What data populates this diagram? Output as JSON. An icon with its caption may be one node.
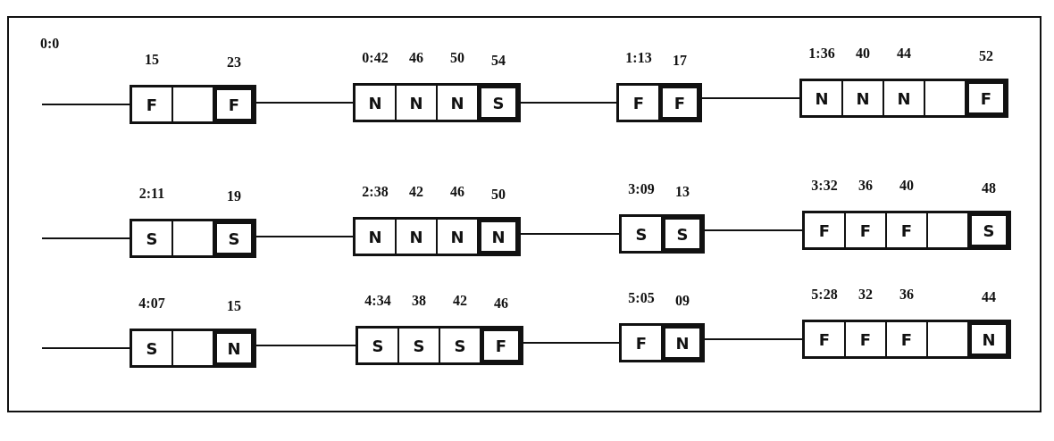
{
  "diagram": {
    "nodes": [
      {
        "text": [],
        "shape": "box"
      },
      {
        "text": [
          "F"
        ],
        "beside": [
          "15"
        ],
        "in": 0
      },
      {
        "text": [],
        "shape": "box",
        "in": 0
      },
      {
        "text": [
          "F"
        ],
        "beside": [
          "23"
        ],
        "in": 0
      },
      {
        "text": [],
        "shape": "box"
      },
      {
        "text": [
          "N"
        ],
        "beside": [
          "0:42"
        ],
        "in": 4
      },
      {
        "text": [
          "N"
        ],
        "beside": [
          "46"
        ],
        "in": 4
      },
      {
        "text": [
          "N"
        ],
        "beside": [
          "50"
        ],
        "in": 4
      },
      {
        "text": [
          "S"
        ],
        "beside": [
          "54"
        ],
        "in": 4
      },
      {
        "text": [],
        "shape": "box"
      },
      {
        "text": [
          "F"
        ],
        "beside": [
          "1:13"
        ],
        "in": 9
      },
      {
        "text": [
          "F"
        ],
        "beside": [
          "17"
        ],
        "in": 9
      },
      {
        "text": [],
        "shape": "box"
      },
      {
        "text": [
          "N"
        ],
        "beside": [
          "1:36"
        ],
        "in": 12
      },
      {
        "text": [
          "N"
        ],
        "beside": [
          "40"
        ],
        "in": 12
      },
      {
        "text": [
          "N"
        ],
        "beside": [
          "44"
        ],
        "in": 12
      },
      {
        "text": [],
        "shape": "box",
        "in": 12
      },
      {
        "text": [
          "F"
        ],
        "beside": [
          "52"
        ],
        "in": 12
      },
      {
        "text": [],
        "shape": "box"
      },
      {
        "text": [
          "S"
        ],
        "beside": [
          "2:11"
        ],
        "in": 18
      },
      {
        "text": [],
        "shape": "box",
        "in": 18
      },
      {
        "text": [
          "S"
        ],
        "beside": [
          "19"
        ],
        "in": 18
      },
      {
        "text": [],
        "shape": "box"
      },
      {
        "text": [
          "N"
        ],
        "beside": [
          "2:38"
        ],
        "in": 22
      },
      {
        "text": [
          "N"
        ],
        "beside": [
          "42"
        ],
        "in": 22
      },
      {
        "text": [
          "N"
        ],
        "beside": [
          "46"
        ],
        "in": 22
      },
      {
        "text": [
          "N"
        ],
        "beside": [
          "50"
        ],
        "in": 22
      },
      {
        "text": [],
        "shape": "box"
      },
      {
        "text": [
          "S"
        ],
        "beside": [
          "3:09"
        ],
        "in": 27
      },
      {
        "text": [
          "S"
        ],
        "beside": [
          "13"
        ],
        "in": 27
      },
      {
        "text": [],
        "shape": "box"
      },
      {
        "text": [
          "F"
        ],
        "beside": [
          "3:32"
        ],
        "in": 30
      },
      {
        "text": [
          "F"
        ],
        "beside": [
          "36"
        ],
        "in": 30
      },
      {
        "text": [
          "F"
        ],
        "beside": [
          "40"
        ],
        "in": 30
      },
      {
        "text": [],
        "shape": "box",
        "in": 30
      },
      {
        "text": [
          "S"
        ],
        "beside": [
          "48"
        ],
        "in": 30
      },
      {
        "text": [],
        "shape": "box"
      },
      {
        "text": [
          "S"
        ],
        "beside": [
          "4:07"
        ],
        "in": 36
      },
      {
        "text": [],
        "shape": "box",
        "in": 36
      },
      {
        "text": [
          "N"
        ],
        "beside": [
          "15"
        ],
        "in": 36
      },
      {
        "text": [],
        "shape": "box"
      },
      {
        "text": [
          "S"
        ],
        "beside": [
          "4:34"
        ],
        "in": 40
      },
      {
        "text": [
          "S"
        ],
        "beside": [
          "38"
        ],
        "in": 40
      },
      {
        "text": [
          "S"
        ],
        "beside": [
          "42"
        ],
        "in": 40
      },
      {
        "text": [
          "F"
        ],
        "beside": [
          "46"
        ],
        "in": 40
      },
      {
        "text": [],
        "shape": "box"
      },
      {
        "text": [
          "F"
        ],
        "beside": [
          "5:05"
        ],
        "in": 45
      },
      {
        "text": [
          "N"
        ],
        "beside": [
          "09"
        ],
        "in": 45
      },
      {
        "text": [],
        "shape": "box"
      },
      {
        "text": [
          "F"
        ],
        "beside": [
          "5:28"
        ],
        "in": 48
      },
      {
        "text": [
          "F"
        ],
        "beside": [
          "32"
        ],
        "in": 48
      },
      {
        "text": [
          "F"
        ],
        "beside": [
          "36"
        ],
        "in": 48
      },
      {
        "text": [],
        "shape": "box",
        "in": 48
      },
      {
        "text": [
          "N"
        ],
        "beside": [
          "44"
        ],
        "in": 48
      }
    ],
    "edges": [
      {
        "from": null,
        "to": 1,
        "arrow": "none"
      },
      {
        "from": 3,
        "to": 5,
        "arrow": "none"
      },
      {
        "from": 8,
        "to": 10,
        "arrow": "none"
      },
      {
        "from": 11,
        "to": 13,
        "arrow": "none"
      },
      {
        "from": null,
        "to": 19,
        "arrow": "none"
      },
      {
        "from": 21,
        "to": 23,
        "arrow": "none"
      },
      {
        "from": 26,
        "to": 28,
        "arrow": "none"
      },
      {
        "from": 29,
        "to": 31,
        "arrow": "none"
      },
      {
        "from": null,
        "to": 37,
        "arrow": "none"
      },
      {
        "from": 39,
        "to": 41,
        "arrow": "none"
      },
      {
        "from": 44,
        "to": 46,
        "arrow": "none"
      },
      {
        "from": 47,
        "to": 49,
        "arrow": "none"
      }
    ],
    "labels": [
      "0:0"
    ]
  }
}
